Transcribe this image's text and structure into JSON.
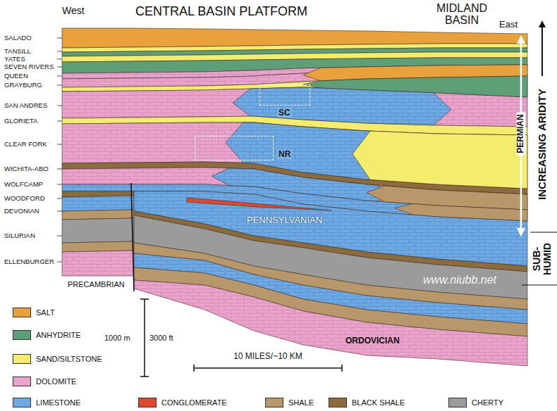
{
  "diagram": {
    "nodes": [
      {
        "text": [
          "SC"
        ]
      },
      {
        "text": [
          "NR"
        ]
      }
    ],
    "labels": [
      "West",
      "CENTRAL BASIN PLATFORM",
      "MIDLAND BASIN",
      "East",
      "SALADO",
      "TANSILL",
      "YATES",
      "SEVEN RIVERS",
      "QUEEN",
      "GRAYBURG",
      "SAN ANDRES",
      "GLORIETA",
      "CLEAR FORK",
      "WICHITA-ABO",
      "WOLFCAMP",
      "WOODFORD",
      "DEVONIAN",
      "SILURIAN",
      "ELLENBURGER",
      "PRECAMBRIAN",
      "PENNSYLVANIAN",
      "ORDOVICIAN",
      "PERMIAN",
      "INCREASING ARIDITY",
      "SUB- HUMID",
      "1000 m",
      "3000 ft",
      "10 MILES/~10 KM",
      "www.niubb.net"
    ],
    "legend": [
      {
        "text": "SALT",
        "color": "#e9a23b"
      },
      {
        "text": "ANHYDRITE",
        "color": "#5f9f78"
      },
      {
        "text": "SAND/SILTSTONE",
        "color": "#f4ec6c"
      },
      {
        "text": "DOLOMITE",
        "color": "#eaa4cc"
      },
      {
        "text": "LIMESTONE",
        "color": "#6fa9e3"
      },
      {
        "text": "CONGLOMERATE",
        "color": "#e0472b"
      },
      {
        "text": "SHALE",
        "color": "#b8976a"
      },
      {
        "text": "BLACK SHALE",
        "color": "#8c6b3c"
      },
      {
        "text": "CHERTY",
        "color": "#9b9b9b"
      }
    ]
  }
}
